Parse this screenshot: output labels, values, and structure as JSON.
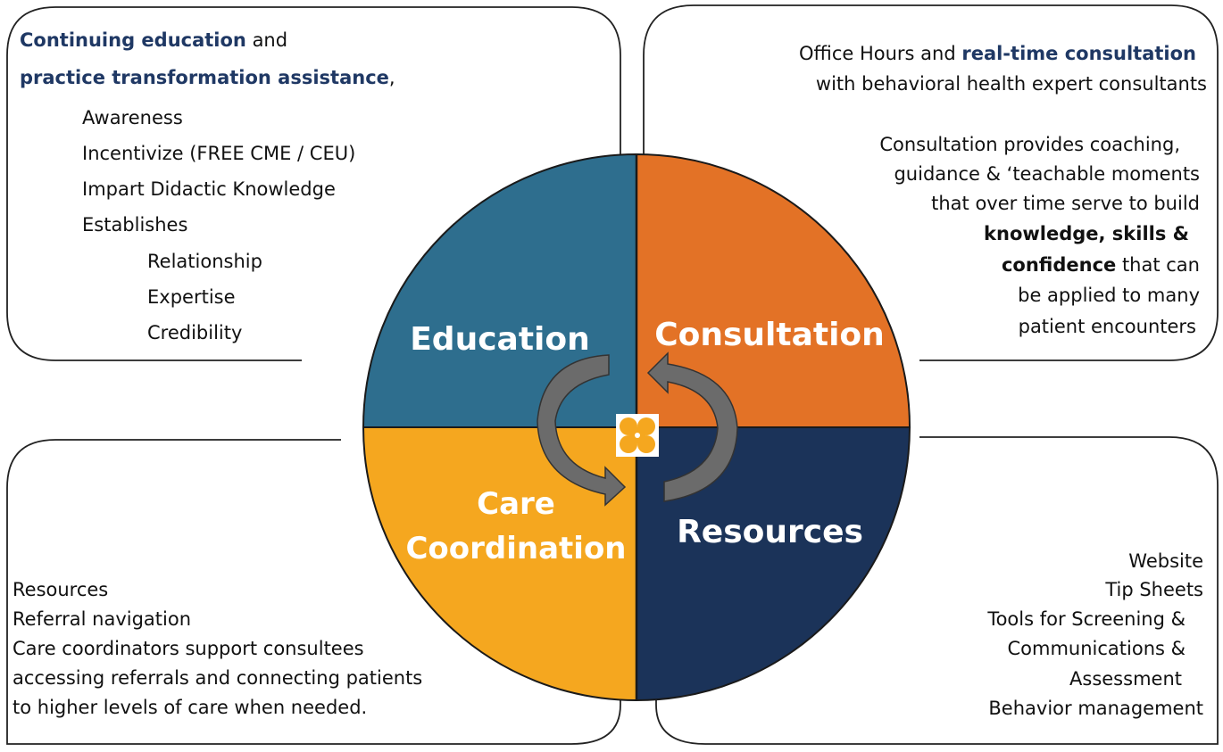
{
  "colors": {
    "education": "#2e6e8e",
    "consultation": "#e37226",
    "care_coordination": "#f5a71f",
    "resources": "#1b3359",
    "highlight_text": "#1f3864",
    "arrow_fill": "#6b6b6b"
  },
  "quadrants": {
    "education": "Education",
    "consultation": "Consultation",
    "care_line1": "Care",
    "care_line2": "Coordination",
    "resources": "Resources"
  },
  "center_icon": "poppy-flower-logo",
  "education_panel": {
    "heading_bold1": "Continuing education",
    "heading_and": " and",
    "heading_bold2": "practice transformation assistance",
    "heading_comma": ",",
    "items": [
      "Awareness",
      "Incentivize (FREE CME / CEU)",
      "Impart Didactic Knowledge",
      "Establishes"
    ],
    "subitems": [
      "Relationship",
      "Expertise",
      "Credibility"
    ]
  },
  "consultation_panel": {
    "line1_plain": "Office Hours and ",
    "line1_bold": "real-time consultation",
    "line2": "with behavioral health expert consultants",
    "para": [
      "Consultation provides coaching,",
      "guidance & ‘teachable moments",
      "that over time serve to build"
    ],
    "bold_line1": "knowledge, skills &",
    "bold_line2": "confidence",
    "after_bold": " that can",
    "tail": [
      "be applied to many",
      "patient encounters"
    ]
  },
  "care_panel": {
    "lines": [
      "Resources",
      "Referral navigation",
      "Care coordinators support consultees",
      "accessing referrals and connecting patients",
      "to higher levels of care when needed."
    ]
  },
  "resources_panel": {
    "lines": [
      "Website",
      "Tip Sheets",
      "Tools for Screening &",
      "Communications &",
      "Assessment",
      "Behavior management"
    ]
  }
}
